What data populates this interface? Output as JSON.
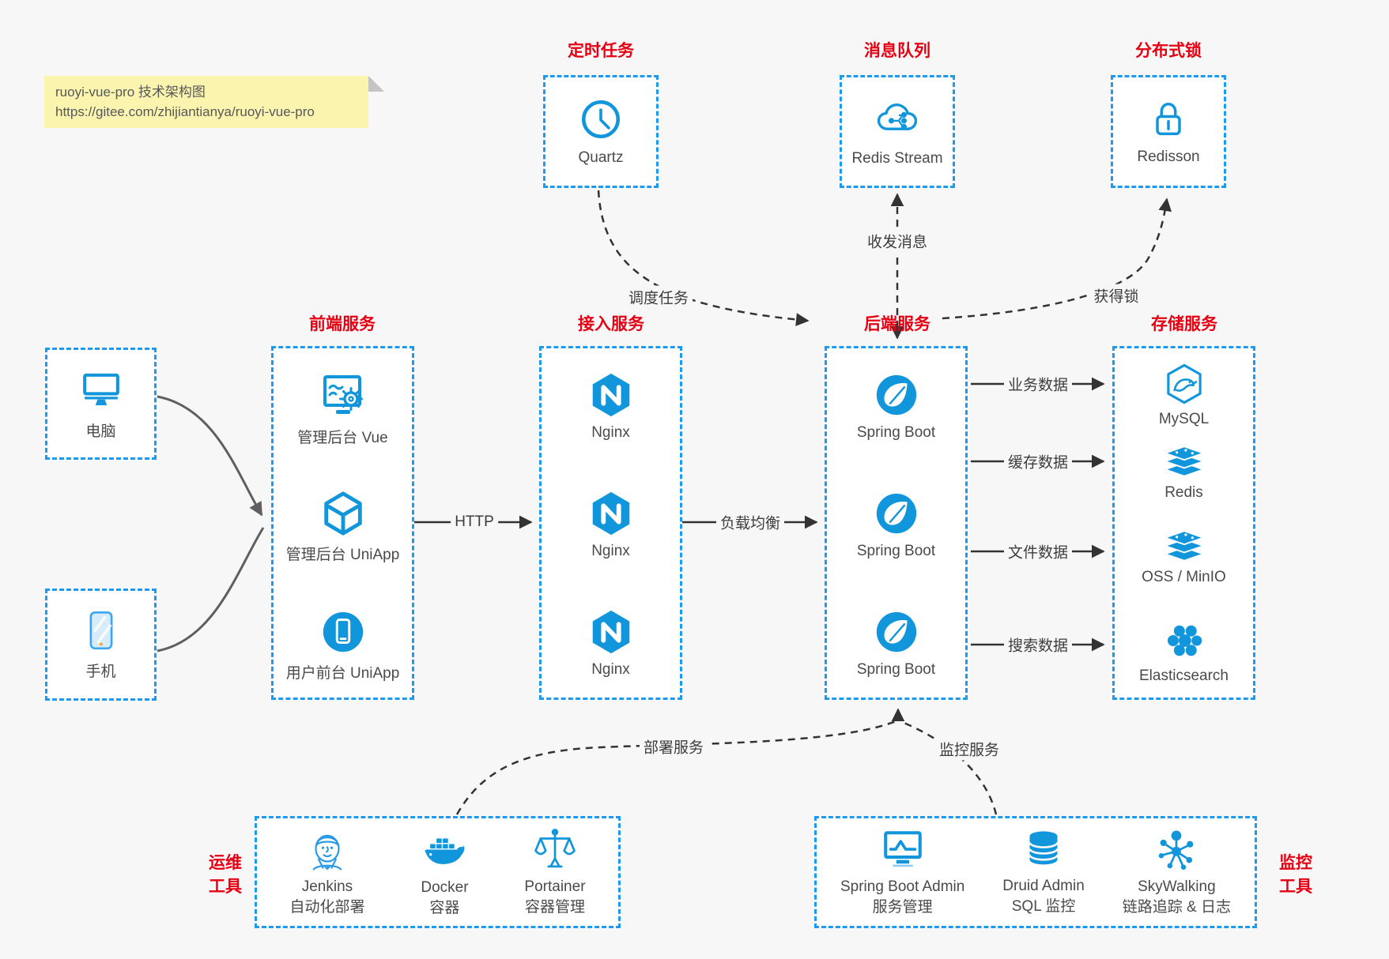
{
  "note": {
    "line1": "ruoyi-vue-pro 技术架构图",
    "line2": "https://gitee.com/zhijiantianya/ruoyi-vue-pro"
  },
  "top_services": [
    {
      "title": "定时任务",
      "label": "Quartz",
      "icon": "clock-icon"
    },
    {
      "title": "消息队列",
      "label": "Redis Stream",
      "icon": "cloud-share-icon"
    },
    {
      "title": "分布式锁",
      "label": "Redisson",
      "icon": "lock-icon"
    }
  ],
  "clients": [
    {
      "label": "电脑",
      "icon": "monitor-icon"
    },
    {
      "label": "手机",
      "icon": "smartphone-icon"
    }
  ],
  "columns": [
    {
      "title": "前端服务",
      "items": [
        {
          "label": "管理后台 Vue",
          "icon": "admin-vue-icon"
        },
        {
          "label": "管理后台 UniApp",
          "icon": "cube-icon"
        },
        {
          "label": "用户前台 UniApp",
          "icon": "user-app-icon"
        }
      ]
    },
    {
      "title": "接入服务",
      "items": [
        {
          "label": "Nginx",
          "icon": "nginx-icon"
        },
        {
          "label": "Nginx",
          "icon": "nginx-icon"
        },
        {
          "label": "Nginx",
          "icon": "nginx-icon"
        }
      ]
    },
    {
      "title": "后端服务",
      "items": [
        {
          "label": "Spring Boot",
          "icon": "spring-boot-icon"
        },
        {
          "label": "Spring Boot",
          "icon": "spring-boot-icon"
        },
        {
          "label": "Spring Boot",
          "icon": "spring-boot-icon"
        }
      ]
    },
    {
      "title": "存储服务",
      "items": [
        {
          "label": "MySQL",
          "icon": "mysql-icon"
        },
        {
          "label": "Redis",
          "icon": "redis-icon"
        },
        {
          "label": "OSS / MinIO",
          "icon": "oss-minio-icon"
        },
        {
          "label": "Elasticsearch",
          "icon": "elasticsearch-icon"
        }
      ]
    }
  ],
  "ops_tools": {
    "side_label": "运维\n工具",
    "items": [
      {
        "name": "Jenkins",
        "desc": "自动化部署",
        "icon": "jenkins-icon"
      },
      {
        "name": "Docker",
        "desc": "容器",
        "icon": "docker-icon"
      },
      {
        "name": "Portainer",
        "desc": "容器管理",
        "icon": "portainer-icon"
      }
    ]
  },
  "monitor_tools": {
    "side_label": "监控\n工具",
    "items": [
      {
        "name": "Spring Boot Admin",
        "desc": "服务管理",
        "icon": "spring-boot-admin-icon"
      },
      {
        "name": "Druid Admin",
        "desc": "SQL 监控",
        "icon": "druid-icon"
      },
      {
        "name": "SkyWalking",
        "desc": "链路追踪 & 日志",
        "icon": "skywalking-icon"
      }
    ]
  },
  "edges": {
    "http": "HTTP",
    "load_balance": "负载均衡",
    "business_data": "业务数据",
    "cache_data": "缓存数据",
    "file_data": "文件数据",
    "search_data": "搜索数据",
    "schedule_task": "调度任务",
    "send_receive_message": "收发消息",
    "acquire_lock": "获得锁",
    "deploy_service": "部署服务",
    "monitor_service": "监控服务"
  },
  "colors": {
    "accent_blue": "#1296db",
    "dashed_border_blue": "#1b9aee",
    "title_red": "#e60012",
    "arrow_dark": "#333333",
    "client_arrow_gray": "#666666",
    "note_yellow": "#fbf4ae",
    "background": "#f7f7f8"
  }
}
